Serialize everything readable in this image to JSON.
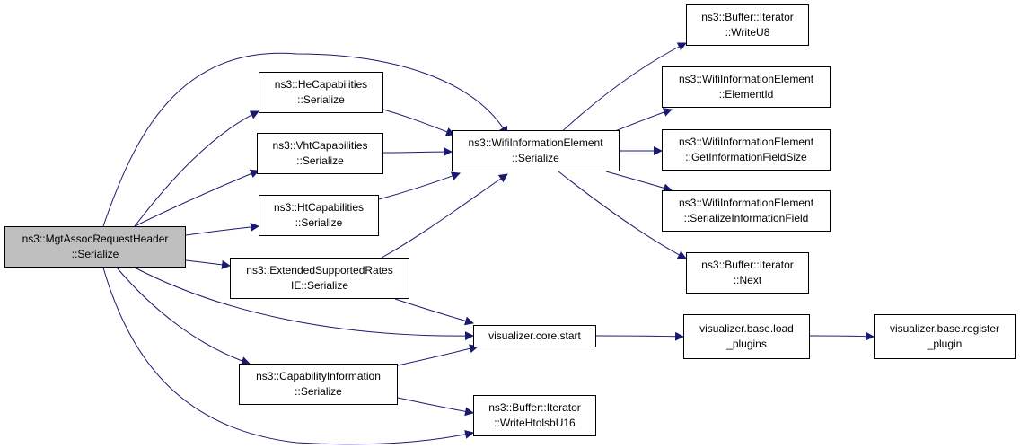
{
  "colors": {
    "edge": "#191970",
    "root_fill": "#bfbfbf",
    "node_fill": "#ffffff",
    "border": "#000000"
  },
  "nodes": {
    "root": {
      "line1": "ns3::MgtAssocRequestHeader",
      "line2": "::Serialize"
    },
    "he": {
      "line1": "ns3::HeCapabilities",
      "line2": "::Serialize"
    },
    "vht": {
      "line1": "ns3::VhtCapabilities",
      "line2": "::Serialize"
    },
    "ht": {
      "line1": "ns3::HtCapabilities",
      "line2": "::Serialize"
    },
    "esr": {
      "line1": "ns3::ExtendedSupportedRates",
      "line2": "IE::Serialize"
    },
    "cap": {
      "line1": "ns3::CapabilityInformation",
      "line2": "::Serialize"
    },
    "wie": {
      "line1": "ns3::WifiInformationElement",
      "line2": "::Serialize"
    },
    "vcs": {
      "line1": "visualizer.core.start"
    },
    "htolsb": {
      "line1": "ns3::Buffer::Iterator",
      "line2": "::WriteHtolsbU16"
    },
    "writeu8": {
      "line1": "ns3::Buffer::Iterator",
      "line2": "::WriteU8"
    },
    "elemid": {
      "line1": "ns3::WifiInformationElement",
      "line2": "::ElementId"
    },
    "getsize": {
      "line1": "ns3::WifiInformationElement",
      "line2": "::GetInformationFieldSize"
    },
    "serfield": {
      "line1": "ns3::WifiInformationElement",
      "line2": "::SerializeInformationField"
    },
    "next": {
      "line1": "ns3::Buffer::Iterator",
      "line2": "::Next"
    },
    "loadp": {
      "line1": "visualizer.base.load",
      "line2": "_plugins"
    },
    "regp": {
      "line1": "visualizer.base.register",
      "line2": "_plugin"
    }
  }
}
